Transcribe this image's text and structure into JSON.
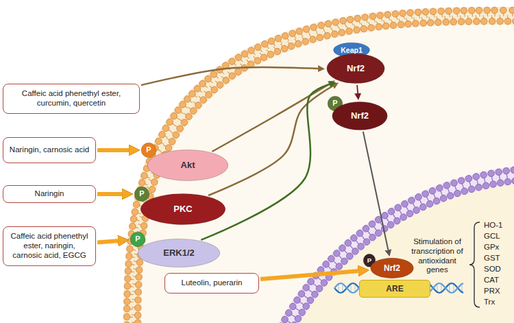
{
  "diagram": {
    "nodes": [
      {
        "text": [
          "Caffeic acid phenethyl ester, curcumin, quercetin"
        ]
      },
      {
        "text": [
          "Keap1"
        ]
      },
      {
        "text": [
          "Nrf2"
        ]
      },
      {
        "text": [
          "P"
        ]
      },
      {
        "text": [
          "Nrf2"
        ]
      },
      {
        "text": [
          "Naringin, carnosic acid"
        ]
      },
      {
        "text": [
          "P"
        ]
      },
      {
        "text": [
          "Akt"
        ]
      },
      {
        "text": [
          "Naringin"
        ]
      },
      {
        "text": [
          "P"
        ]
      },
      {
        "text": [
          "PKC"
        ]
      },
      {
        "text": [
          "Caffeic acid phenethyl ester, naringin, carnosic acid, EGCG"
        ]
      },
      {
        "text": [
          "P"
        ]
      },
      {
        "text": [
          "ERK1/2"
        ]
      },
      {
        "text": [
          "Luteolin, puerarin"
        ]
      },
      {
        "text": [
          "P"
        ]
      },
      {
        "text": [
          "Nrf2"
        ]
      },
      {
        "text": [
          "ARE"
        ]
      }
    ],
    "edges": [
      {
        "from": 0,
        "to": 2,
        "arrow": "to"
      },
      {
        "from": 5,
        "to": 6,
        "arrow": "to"
      },
      {
        "from": 8,
        "to": 9,
        "arrow": "to"
      },
      {
        "from": 11,
        "to": 12,
        "arrow": "to"
      },
      {
        "from": 7,
        "to": 2,
        "arrow": "to"
      },
      {
        "from": 10,
        "to": 2,
        "arrow": "to"
      },
      {
        "from": 13,
        "to": 2,
        "arrow": "to"
      },
      {
        "from": 2,
        "to": 4,
        "arrow": "to"
      },
      {
        "from": 4,
        "to": 16,
        "arrow": "to"
      },
      {
        "from": 14,
        "to": 16,
        "arrow": "to"
      }
    ],
    "labels": [
      "Stimulation of transcription of antioxidant genes",
      "HO-1",
      "GCL",
      "GPx",
      "GST",
      "SOD",
      "CAT",
      "PRX",
      "Trx"
    ]
  }
}
